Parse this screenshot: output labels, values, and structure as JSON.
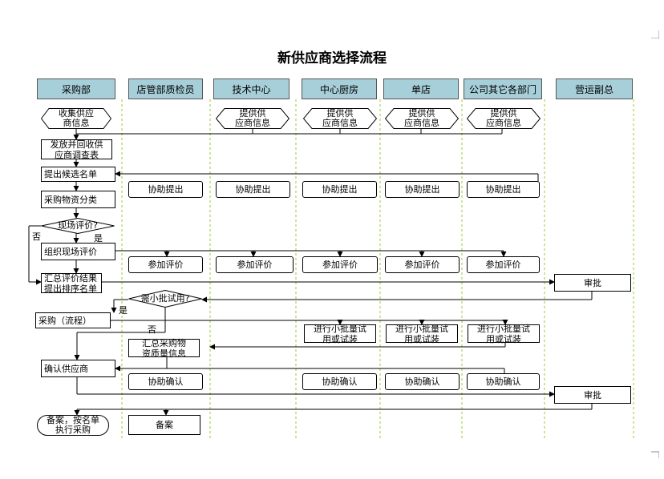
{
  "title": "新供应商选择流程",
  "lanes": [
    "采购部",
    "店管部质检员",
    "技术中心",
    "中心厨房",
    "单店",
    "公司其它各部门",
    "营运副总"
  ],
  "procurement": {
    "collect": "收集供应\n商信息",
    "survey": "发放并回收供\n应商调查表",
    "shortlist": "提出候选名单",
    "classify": "采购物资分类",
    "site_eval_q": "现场评价?",
    "organize": "组织现场评价",
    "summary": "汇总评价结果\n提出排序名单",
    "small_batch_q": "需小批试用?",
    "purchase": "采购（流程）",
    "confirm": "确认供应商",
    "file_exec": "备案，按名单\n执行采购"
  },
  "labels": {
    "no": "否",
    "yes": "是",
    "yes2": "是",
    "no2": "否"
  },
  "provide_info": "提供供\n应商信息",
  "assist_propose": "协助提出",
  "participate": "参加评价",
  "trial": "进行小批量试\n用或试装",
  "qc_summary": "汇总采购物\n资质量信息",
  "assist_confirm": "协助确认",
  "file": "备案",
  "approve": "审批",
  "colors": {
    "header_bg": "#a7cfd9",
    "lane_line": "#9acd32"
  }
}
